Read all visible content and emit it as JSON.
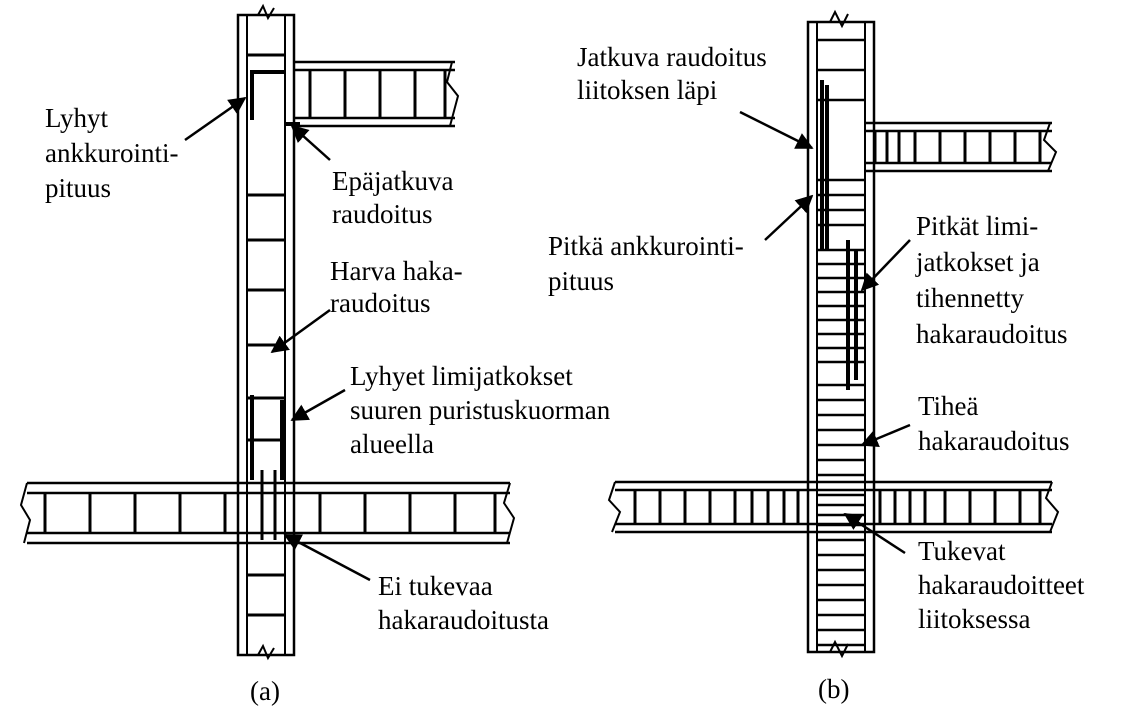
{
  "panels": [
    {
      "caption": "(a)",
      "labels": [
        {
          "id": "a-short-anchorage",
          "lines": [
            "Lyhyt",
            "ankkurointi-",
            "pituus"
          ]
        },
        {
          "id": "a-discontinuous",
          "lines": [
            "Epäjatkuva",
            "raudoitus"
          ]
        },
        {
          "id": "a-sparse-hoops",
          "lines": [
            "Harva haka-",
            "raudoitus"
          ]
        },
        {
          "id": "a-short-laps",
          "lines": [
            "Lyhyet limijatkokset",
            "suuren puristuskuorman",
            "alueella"
          ]
        },
        {
          "id": "a-no-hoops",
          "lines": [
            "Ei tukevaa",
            "hakaraudoitusta"
          ]
        }
      ]
    },
    {
      "caption": "(b)",
      "labels": [
        {
          "id": "b-continuous",
          "lines": [
            "Jatkuva raudoitus",
            "liitoksen läpi"
          ]
        },
        {
          "id": "b-long-anchorage",
          "lines": [
            "Pitkä ankkurointi-",
            "pituus"
          ]
        },
        {
          "id": "b-long-laps",
          "lines": [
            "Pitkät limi-",
            "jatkokset ja",
            "tihennetty",
            "hakaraudoitus"
          ]
        },
        {
          "id": "b-dense-hoops",
          "lines": [
            "Tiheä",
            "hakaraudoitus"
          ]
        },
        {
          "id": "b-joint-hoops",
          "lines": [
            "Tukevat",
            "hakaraudoitteet",
            "liitoksessa"
          ]
        }
      ]
    }
  ]
}
